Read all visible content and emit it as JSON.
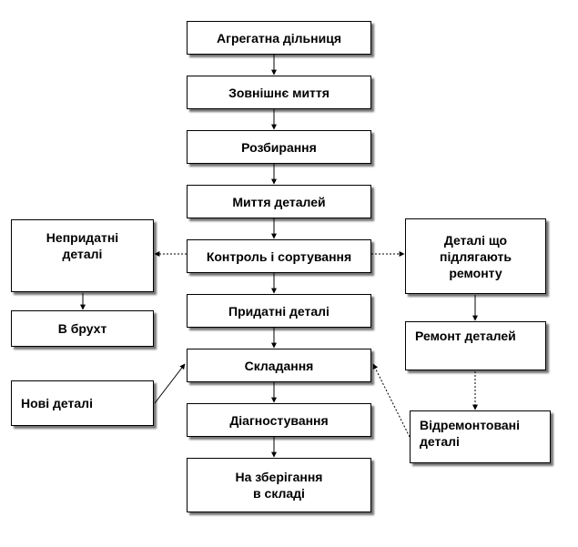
{
  "nodes": {
    "aggregate_section": "Агрегатна дільниця",
    "external_washing": "Зовнішнє миття",
    "disassembly": "Розбирання",
    "parts_washing": "Миття деталей",
    "control_sorting": "Контроль і сортування",
    "usable_parts": "Придатні деталі",
    "assembly": "Складання",
    "diagnostics": "Діагностування",
    "storage": "На зберігання\nв складі",
    "unusable_parts": "Непридатні\nдеталі",
    "scrap": "В брухт",
    "new_parts": "Нові деталі",
    "repair_needed": "Деталі що\nпідлягають\nремонту",
    "parts_repair": "Ремонт деталей",
    "repaired_parts": "Відремонтовані\nдеталі"
  },
  "colors": {
    "line": "#000000",
    "box_border": "#000000",
    "box_fill": "#ffffff",
    "shadow": "#555555"
  }
}
